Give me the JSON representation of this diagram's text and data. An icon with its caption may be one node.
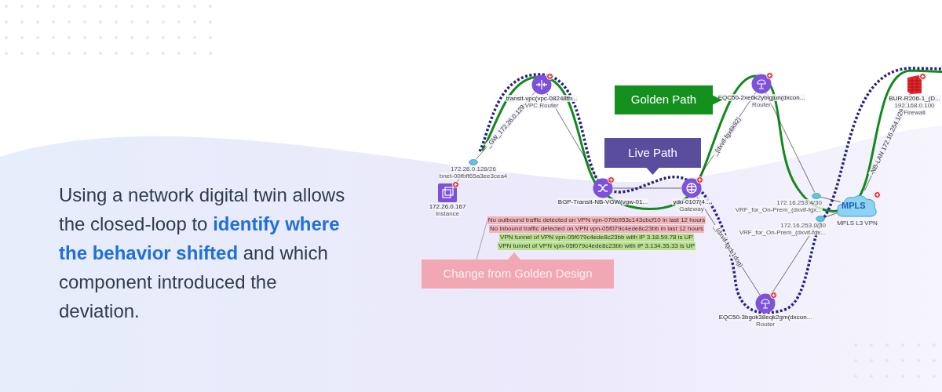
{
  "diagram": {
    "nodes": [
      {
        "text": [
          "transit-vpc(vpc-08248fb...",
          "VPC Router"
        ]
      },
      {
        "text": [
          "172.26.0.128/26",
          "bnet-00fbff65a3ee3cea4"
        ]
      },
      {
        "text": [
          "172.26.0.167",
          "Instance"
        ]
      },
      {
        "text": [
          "BGP-Transit-NB-VGW(vgw-01..."
        ]
      },
      {
        "text": [
          "ydu-0107(4...",
          "Gateway"
        ]
      },
      {
        "text": [
          "EQC50-2xe6k2yblgjun(dxcon...",
          "Router"
        ]
      },
      {
        "text": [
          "172.16.253.4/30",
          "VRF_for_On-Prem_(dxvif-fgx..."
        ]
      },
      {
        "text": [
          "172.16.253.0/30",
          "VRF_for_On-Prem_(dxvif-fgx..."
        ]
      },
      {
        "text": [
          "MPLS",
          "MPLS L3 VPN"
        ]
      },
      {
        "text": [
          "BUR-R206-1_(D...",
          "192.168.0.100",
          "Firewall"
        ]
      },
      {
        "text": [
          "EQC50-3bgok38eqk2gm(dxcon...",
          "Router"
        ]
      },
      {
        "text": [
          "Golden Path"
        ]
      },
      {
        "text": [
          "Live Path"
        ]
      },
      {
        "text": [
          "Change from Golden Design"
        ]
      },
      {
        "text": [
          "No outbound traffic detected on VPN vpn-070b953c143cbcf10 in last 12 hours"
        ]
      },
      {
        "text": [
          "No inbound traffic detected on VPN vpn-05f079c4ede8c23bb in last 12 hours"
        ]
      },
      {
        "text": [
          "VPN tunnel of VPN vpn-05f079c4ede8c23bb with IP 3.18.59.78 is UP"
        ]
      },
      {
        "text": [
          "VPN tunnel of VPN vpn-05f079c4ede8c23bb with IP 3.134.35.33 is UP"
        ]
      }
    ],
    "edges": [
      {
        "from": 1,
        "to": 0,
        "arrow": "none",
        "label": "_GW_172.26.0.129"
      },
      {
        "from": 1,
        "to": 2,
        "arrow": "none"
      },
      {
        "from": 0,
        "to": 3,
        "arrow": "none"
      },
      {
        "from": 3,
        "to": 4,
        "arrow": "none"
      },
      {
        "from": 4,
        "to": 5,
        "arrow": "none",
        "label": "_(dxvif-fgx6k82)"
      },
      {
        "from": 5,
        "to": 6,
        "arrow": "none"
      },
      {
        "from": 6,
        "to": 8,
        "arrow": "none"
      },
      {
        "from": 8,
        "to": 9,
        "arrow": "none",
        "label": "-NB-LAN 172.16.254.1/29"
      },
      {
        "from": 4,
        "to": 10,
        "arrow": "none",
        "label": "_(dxvif-fgcb1dog)"
      },
      {
        "from": 10,
        "to": 7,
        "arrow": "none"
      },
      {
        "from": 7,
        "to": 8,
        "arrow": "none"
      },
      {
        "from": 13,
        "to": 14,
        "arrow": "none"
      }
    ],
    "labels": [
      "Using a network digital twin allows the closed-loop to **identify where the behavior shifted** and which component introduced the deviation."
    ]
  }
}
